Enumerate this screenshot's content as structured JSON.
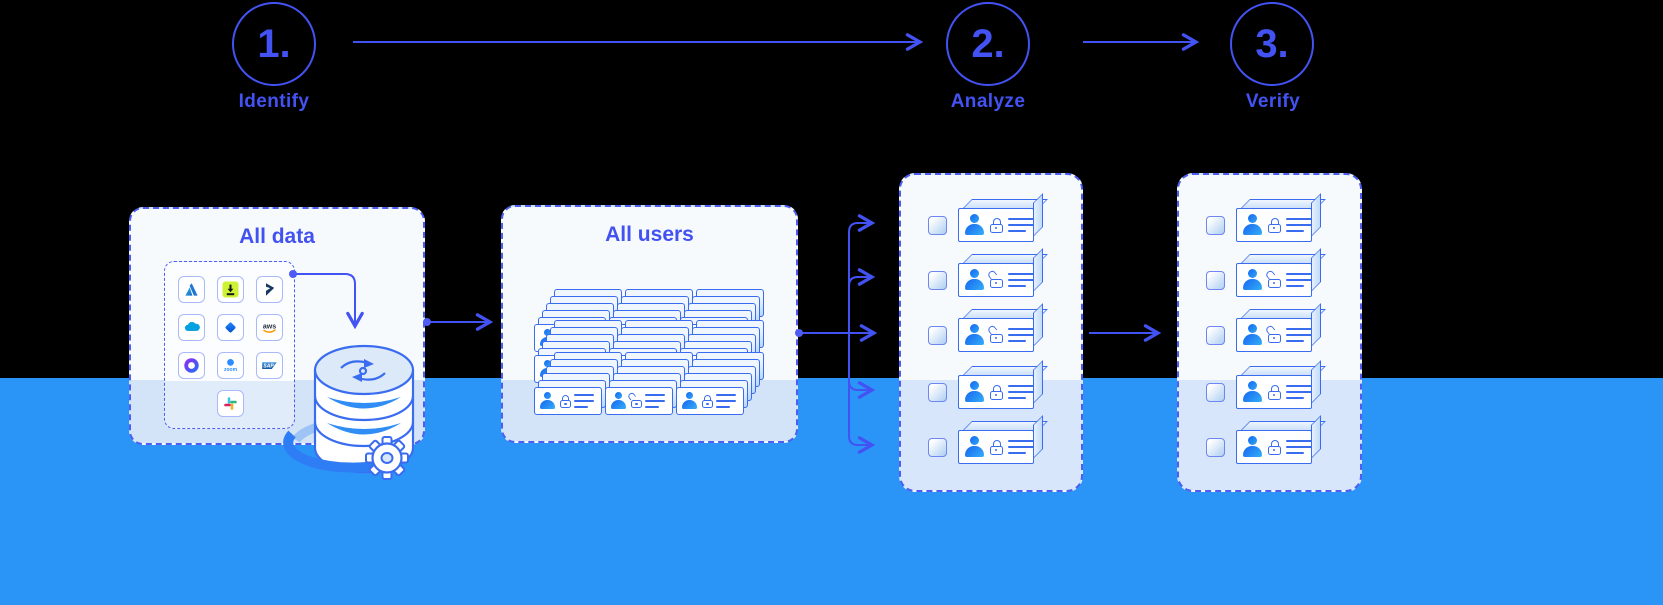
{
  "steps": [
    {
      "number": "1.",
      "label": "Identify"
    },
    {
      "number": "2.",
      "label": "Analyze"
    },
    {
      "number": "3.",
      "label": "Verify"
    }
  ],
  "panels": {
    "all_data": {
      "title": "All data",
      "apps": [
        "Microsoft Azure",
        "Download app",
        "Microsoft Dynamics 365",
        "Salesforce",
        "Jira",
        "AWS",
        "Microsoft 365",
        "Zoom",
        "SAP",
        "Slack"
      ]
    },
    "all_users": {
      "title": "All users",
      "stacks": [
        {
          "lock": "locked"
        },
        {
          "lock": "locked"
        },
        {
          "lock": "unlocked"
        },
        {
          "lock": "unlocked"
        },
        {
          "lock": "locked"
        },
        {
          "lock": "unlocked"
        },
        {
          "lock": "locked"
        },
        {
          "lock": "unlocked"
        },
        {
          "lock": "locked"
        }
      ]
    },
    "analyze_list": {
      "rows": [
        {
          "lock": "locked"
        },
        {
          "lock": "unlocked"
        },
        {
          "lock": "unlocked"
        },
        {
          "lock": "locked"
        },
        {
          "lock": "locked"
        }
      ]
    },
    "verify_list": {
      "rows": [
        {
          "lock": "locked"
        },
        {
          "lock": "unlocked"
        },
        {
          "lock": "unlocked"
        },
        {
          "lock": "locked"
        },
        {
          "lock": "locked"
        }
      ]
    }
  },
  "colors": {
    "accent": "#4353f3",
    "card_outline": "#3a6cf0",
    "background_band": "#2b95f7",
    "panel_light": "#f7fafd",
    "panel_tinted": "#d3e4f8"
  }
}
